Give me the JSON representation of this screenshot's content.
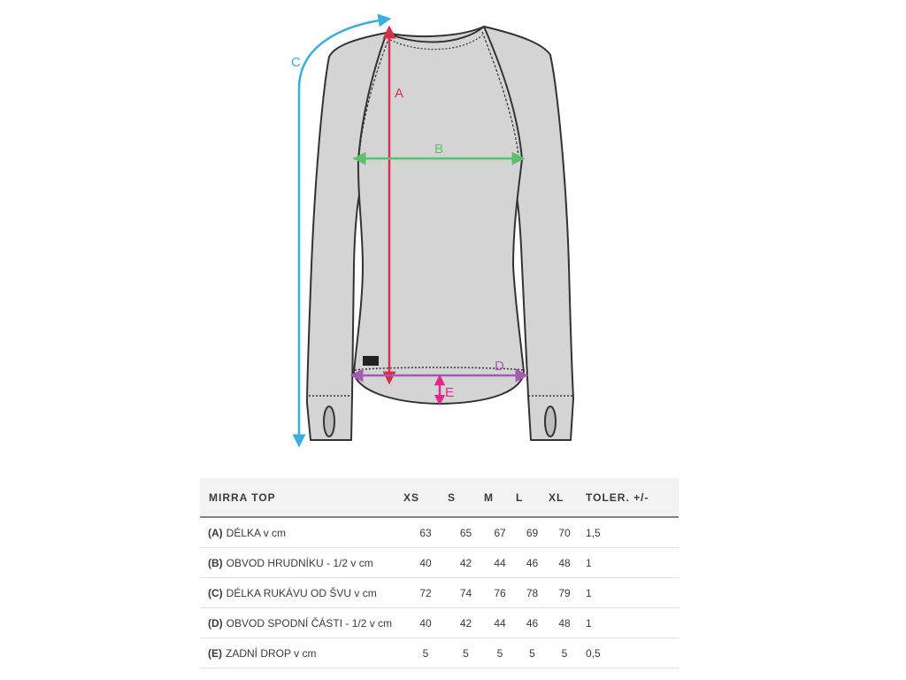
{
  "diagram": {
    "labels": {
      "a": "A",
      "b": "B",
      "c": "C",
      "d": "D",
      "e": "E"
    },
    "colors": {
      "a": "#d6304a",
      "b": "#5cc06e",
      "c": "#3aaedb",
      "d": "#a45bb4",
      "e": "#e2298a",
      "garment": "#d4d4d4",
      "outline": "#333333"
    }
  },
  "table": {
    "title": "MIRRA TOP",
    "sizes": [
      "XS",
      "S",
      "M",
      "L",
      "XL"
    ],
    "tolerance_header": "TOLER. +/-",
    "rows": [
      {
        "code": "(A)",
        "label": "DÉLKA v cm",
        "values": [
          "63",
          "65",
          "67",
          "69",
          "70"
        ],
        "tol": "1,5"
      },
      {
        "code": "(B)",
        "label": "OBVOD HRUDNÍKU - 1/2 v cm",
        "values": [
          "40",
          "42",
          "44",
          "46",
          "48"
        ],
        "tol": "1"
      },
      {
        "code": "(C)",
        "label": "DÉLKA RUKÁVU OD ŠVU v cm",
        "values": [
          "72",
          "74",
          "76",
          "78",
          "79"
        ],
        "tol": "1"
      },
      {
        "code": "(D)",
        "label": "OBVOD SPODNÍ ČÁSTI - 1/2 v cm",
        "values": [
          "40",
          "42",
          "44",
          "46",
          "48"
        ],
        "tol": "1"
      },
      {
        "code": "(E)",
        "label": "ZADNÍ DROP v cm",
        "values": [
          "5",
          "5",
          "5",
          "5",
          "5"
        ],
        "tol": "0,5"
      }
    ]
  }
}
